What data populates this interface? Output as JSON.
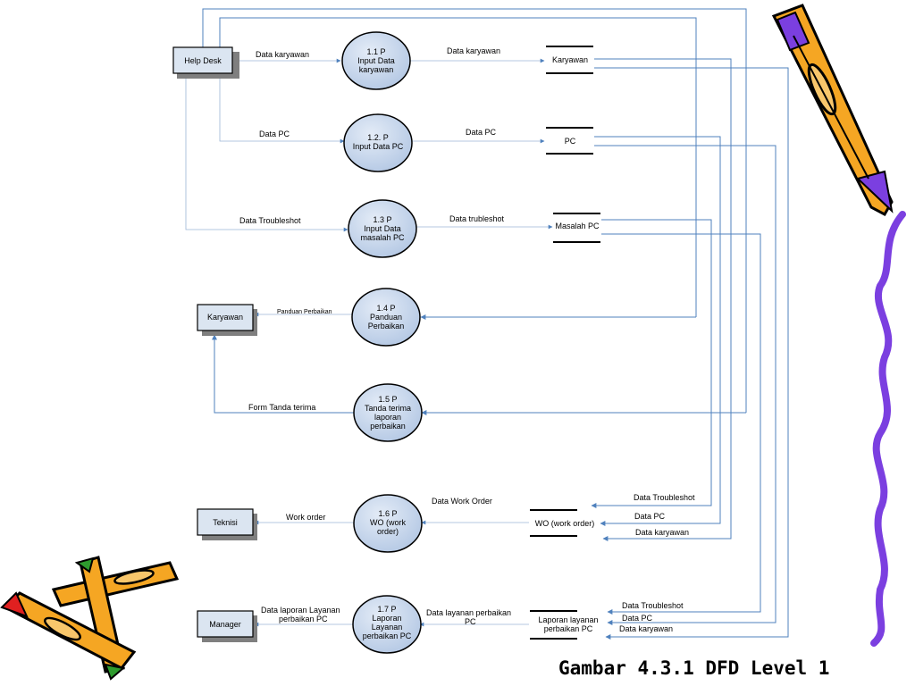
{
  "entities": {
    "helpdesk": "Help Desk",
    "karyawan": "Karyawan",
    "teknisi": "Teknisi",
    "manager": "Manager"
  },
  "processes": {
    "p1": [
      "1.1 P",
      "Input Data",
      "karyawan"
    ],
    "p2": [
      "1.2. P",
      "Input Data PC"
    ],
    "p3": [
      "1.3 P",
      "Input Data",
      "masalah PC"
    ],
    "p4": [
      "1.4 P",
      "Panduan",
      "Perbaikan"
    ],
    "p5": [
      "1.5 P",
      "Tanda terima",
      "laporan",
      "perbaikan"
    ],
    "p6": [
      "1.6 P",
      "WO (work",
      "order)"
    ],
    "p7": [
      "1.7 P",
      "Laporan",
      "Layanan",
      "perbaikan PC"
    ]
  },
  "stores": {
    "karyawan": "Karyawan",
    "pc": "PC",
    "masalah": "Masalah PC",
    "wo": "WO (work order)",
    "laporan": [
      "Laporan layanan",
      "perbaikan PC"
    ]
  },
  "flows": {
    "hd_p1": "Data karyawan",
    "p1_store": "Data karyawan",
    "hd_p2": "Data PC",
    "p2_store": "Data PC",
    "hd_p3": "Data Troubleshot",
    "p3_store": "Data trubleshot",
    "p4_karyawan": "Panduan Perbaikan",
    "p5_karyawan": "Form Tanda terima",
    "wo_p6": "Data Work Order",
    "p6_teknisi": "Work order",
    "to_wo_trouble": "Data Troubleshot",
    "to_wo_pc": "Data PC",
    "to_wo_karyawan": "Data karyawan",
    "p7_manager": [
      "Data laporan Layanan",
      "perbaikan PC"
    ],
    "lap_p7": [
      "Data layanan perbaikan",
      "PC"
    ],
    "to_lap_trouble": "Data Troubleshot",
    "to_lap_pc": "Data PC",
    "to_lap_karyawan": "Data karyawan"
  },
  "caption": "Gambar 4.3.1 DFD Level 1",
  "colors": {
    "flow": "#4f81bd",
    "process_fill": "#c6d5ea",
    "entity_fill": "#dbe5f1",
    "pencil_body": "#f5a623",
    "pencil_outline": "#000000",
    "pencil_accent": "#7b3fe0",
    "squiggle": "#7b3fe0"
  }
}
